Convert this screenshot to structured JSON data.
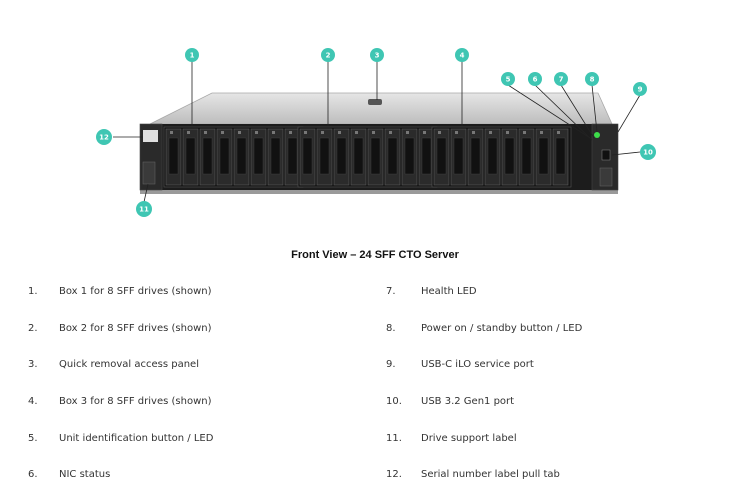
{
  "callouts": [
    "1",
    "2",
    "3",
    "4",
    "5",
    "6",
    "7",
    "8",
    "9",
    "10",
    "11",
    "12"
  ],
  "colors": {
    "callout": "#3fc6b3",
    "chassis_top": "#cfcfcf",
    "front": "#1c1c1c",
    "bay": "#2b2b2b",
    "led_green": "#3ddc4a"
  },
  "caption": "Front View – 24 SFF CTO Server",
  "legend": {
    "left": [
      {
        "num": "1.",
        "text": "Box 1 for 8 SFF drives (shown)"
      },
      {
        "num": "2.",
        "text": "Box 2 for 8 SFF drives (shown)"
      },
      {
        "num": "3.",
        "text": "Quick removal access panel"
      },
      {
        "num": "4.",
        "text": "Box 3 for 8 SFF drives (shown)"
      },
      {
        "num": "5.",
        "text": "Unit identification button / LED"
      },
      {
        "num": "6.",
        "text": "NIC status"
      }
    ],
    "right": [
      {
        "num": "7.",
        "text": "Health LED"
      },
      {
        "num": "8.",
        "text": "Power on / standby button / LED"
      },
      {
        "num": "9.",
        "text": "USB-C iLO service port"
      },
      {
        "num": "10.",
        "text": "USB 3.2 Gen1 port"
      },
      {
        "num": "11.",
        "text": "Drive support label"
      },
      {
        "num": "12.",
        "text": "Serial number label pull tab"
      }
    ]
  }
}
